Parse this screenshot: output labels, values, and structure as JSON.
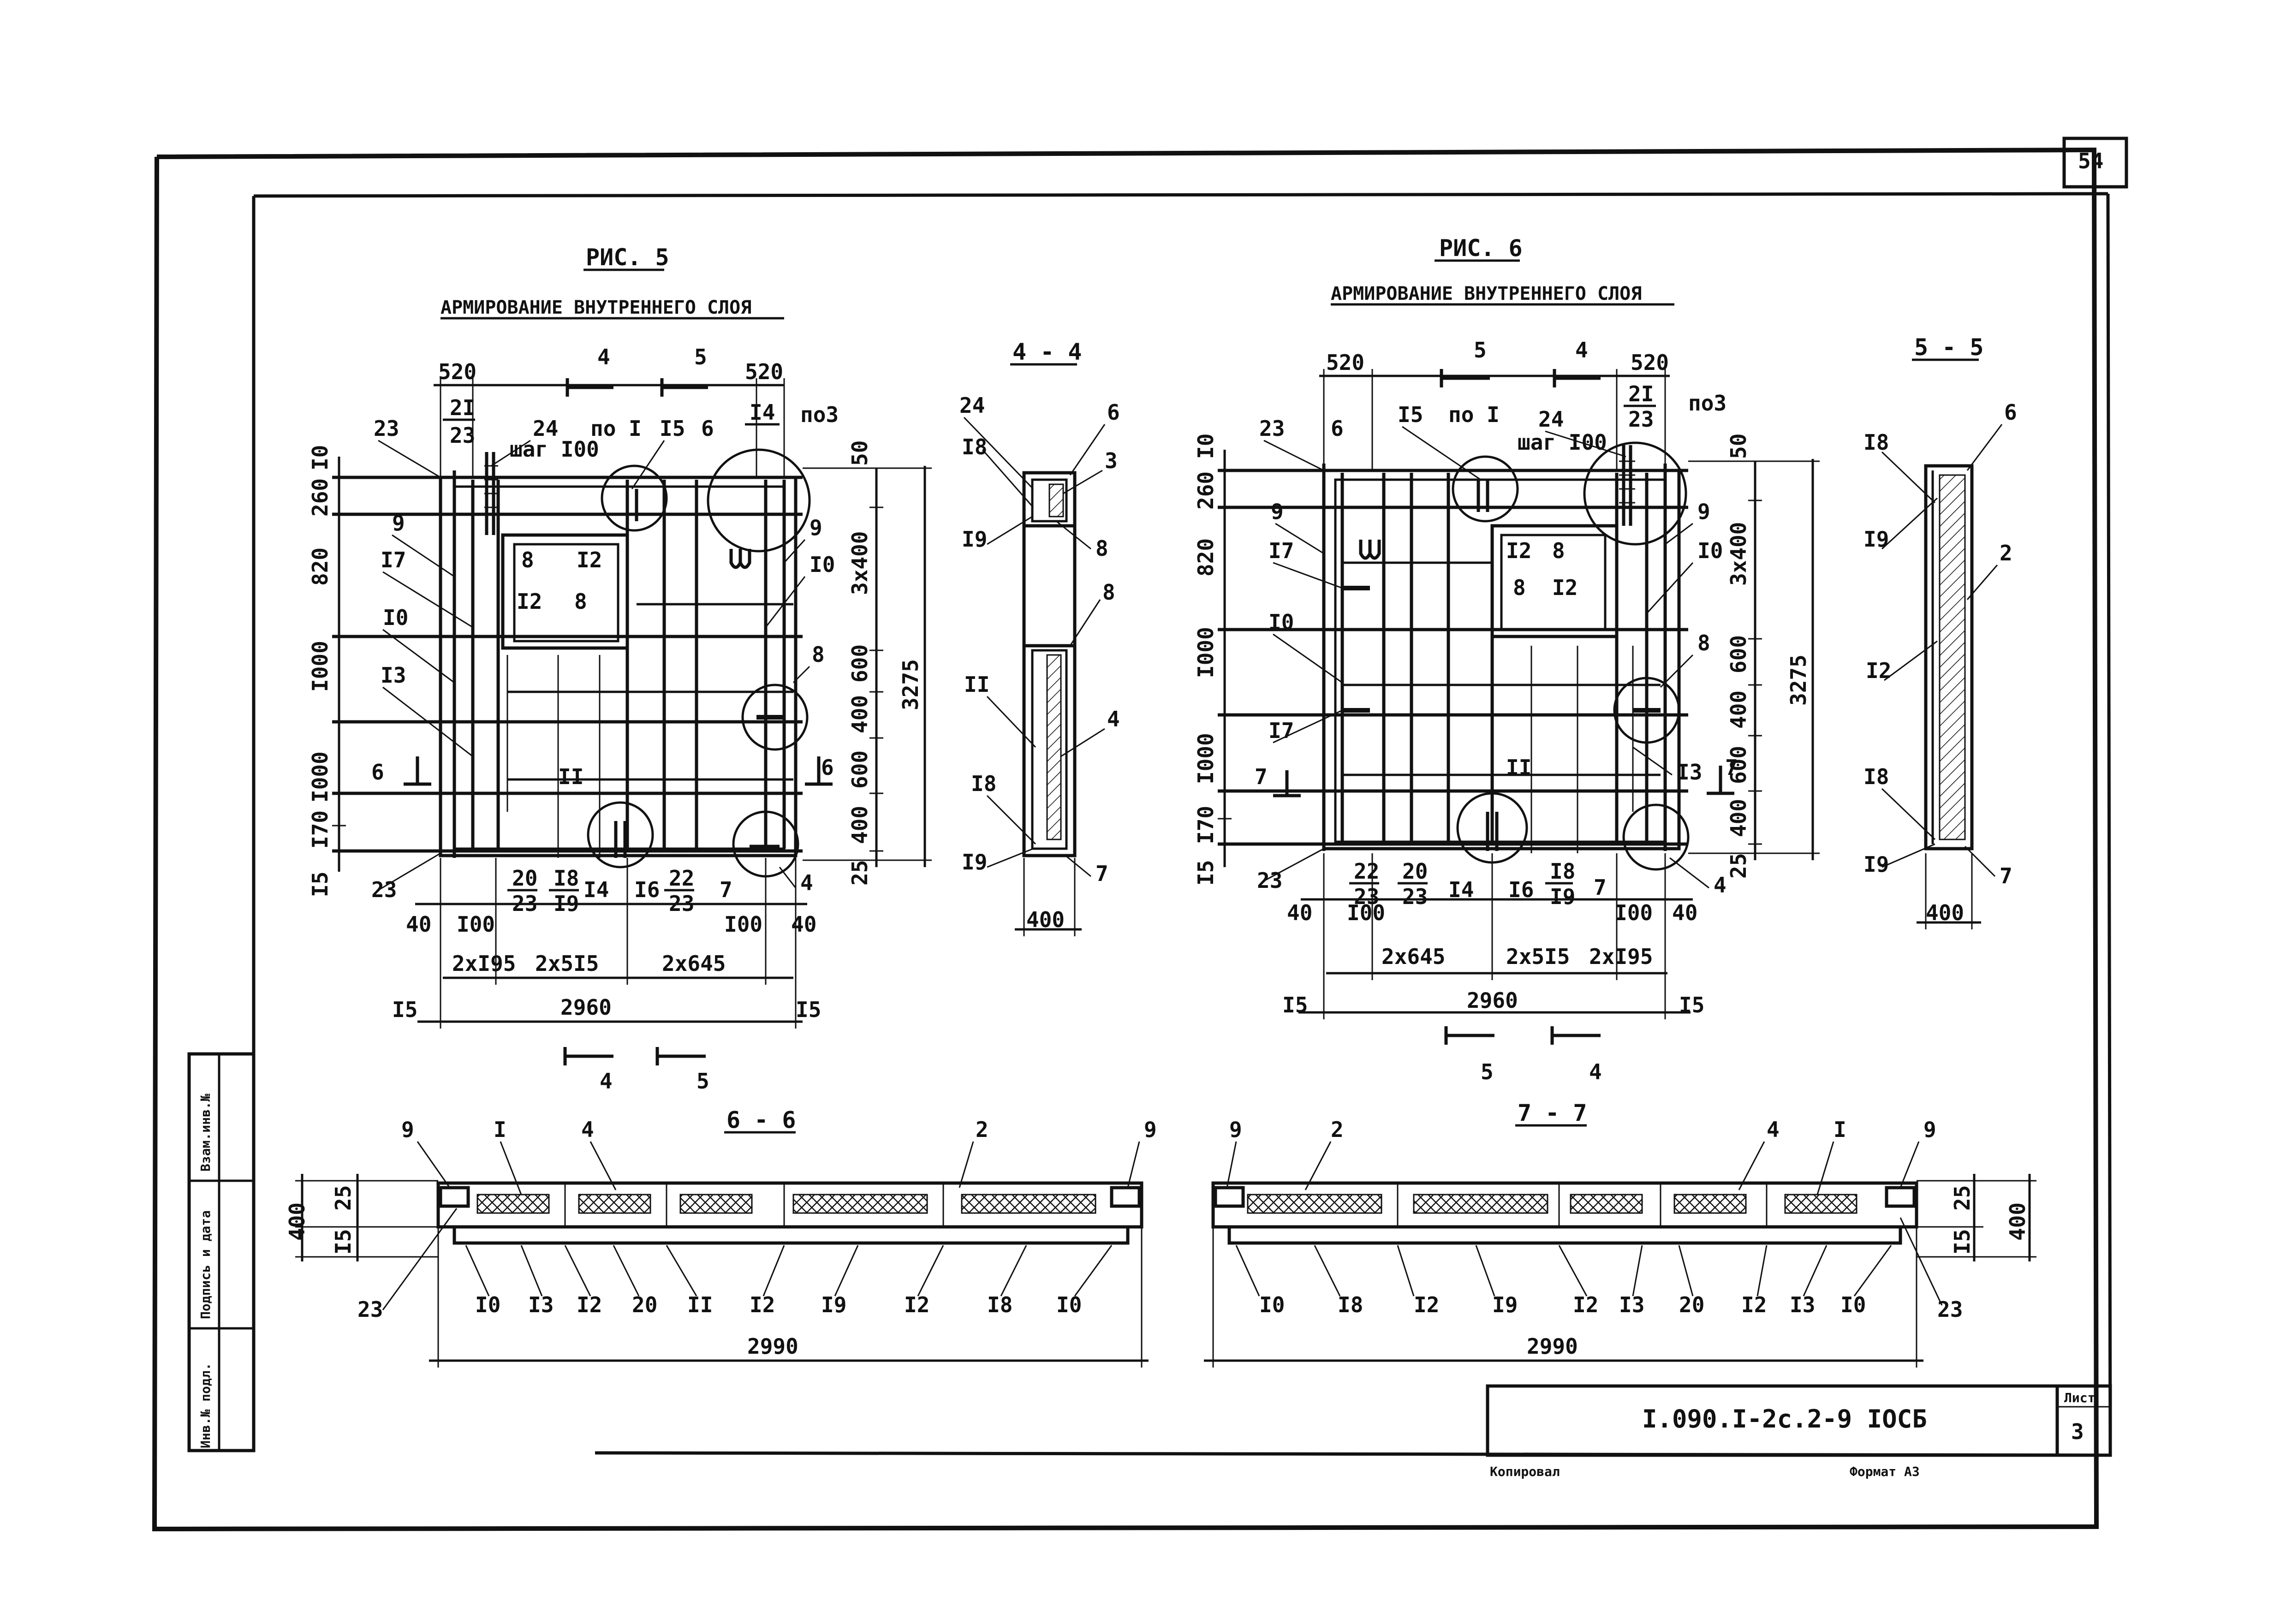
{
  "sheet": {
    "page_number": "54",
    "code": "I.090.I-2c.2-9 IOCБ",
    "list_label": "Лист",
    "list_number": "3",
    "copied": "Копировал",
    "format": "Формат А3",
    "side_stamp": [
      "Инв.№ подл.",
      "Подпись и дата",
      "Взам.инв.№"
    ]
  },
  "fig5": {
    "title": "РИС. 5",
    "subtitle": "АРМИРОВАНИЕ ВНУТРЕННЕГО СЛОЯ",
    "top_dims": [
      "520",
      "520"
    ],
    "left_dims": [
      "I0",
      "260",
      "820",
      "I000",
      "I000",
      "I70",
      "I5"
    ],
    "right_dims": [
      "50",
      "3x400",
      "600",
      "400",
      "600",
      "400",
      "25"
    ],
    "overall_height": "3275",
    "bottom_dims": [
      "40",
      "I00",
      "I00",
      "40"
    ],
    "bottom_groups": [
      "2xI95",
      "2x5I5",
      "2x645"
    ],
    "overall_width": "2960",
    "edge": [
      "I5",
      "I5"
    ],
    "section_marks": [
      "4",
      "5",
      "4",
      "5",
      "6",
      "6"
    ],
    "labels": [
      "23",
      "9",
      "I7",
      "I0",
      "I3",
      "23",
      "2I",
      "23",
      "24",
      "шаг I00",
      "по I",
      "I5",
      "6",
      "I4",
      "по3",
      "9",
      "I0",
      "8",
      "I2",
      "I2",
      "8",
      "II",
      "8",
      "4",
      "20",
      "23",
      "I8",
      "I9",
      "I4",
      "I6",
      "22",
      "23",
      "7"
    ]
  },
  "sec44": {
    "title": "4 - 4",
    "labels": [
      "24",
      "I8",
      "I9",
      "6",
      "3",
      "8",
      "8",
      "II",
      "4",
      "I8",
      "I9",
      "7"
    ],
    "width": "400"
  },
  "fig6": {
    "title": "РИС. 6",
    "subtitle": "АРМИРОВАНИЕ ВНУТРЕННЕГО СЛОЯ",
    "top_dims": [
      "520",
      "520"
    ],
    "left_dims": [
      "I0",
      "260",
      "820",
      "I000",
      "I000",
      "I70",
      "I5"
    ],
    "right_dims": [
      "50",
      "3x400",
      "600",
      "400",
      "600",
      "400",
      "25"
    ],
    "overall_height": "3275",
    "bottom_dims": [
      "40",
      "I00",
      "I00",
      "40"
    ],
    "bottom_groups": [
      "2x645",
      "2x5I5",
      "2xI95"
    ],
    "overall_width": "2960",
    "edge": [
      "I5",
      "I5"
    ],
    "section_marks": [
      "5",
      "4",
      "5",
      "4",
      "7",
      "7"
    ],
    "labels": [
      "23",
      "6",
      "9",
      "I7",
      "I0",
      "I7",
      "23",
      "I5",
      "по I",
      "24",
      "шаг I00",
      "2I",
      "23",
      "по3",
      "9",
      "I0",
      "I2",
      "8",
      "8",
      "I2",
      "8",
      "II",
      "I3",
      "4",
      "22",
      "23",
      "20",
      "23",
      "I4",
      "I6",
      "I8",
      "I9",
      "7"
    ]
  },
  "sec55": {
    "title": "5 - 5",
    "labels": [
      "I8",
      "I9",
      "I2",
      "I8",
      "I9",
      "6",
      "2",
      "7"
    ],
    "width": "400"
  },
  "sec66": {
    "title": "6 - 6",
    "top_labels": [
      "9",
      "I",
      "4",
      "2",
      "9"
    ],
    "bottom_labels": [
      "23",
      "I0",
      "I3",
      "I2",
      "20",
      "II",
      "I2",
      "I9",
      "I2",
      "I8",
      "I0"
    ],
    "dims": [
      "400",
      "25",
      "I5"
    ],
    "length": "2990"
  },
  "sec77": {
    "title": "7 - 7",
    "top_labels": [
      "9",
      "2",
      "4",
      "I",
      "9"
    ],
    "bottom_labels": [
      "I0",
      "I8",
      "I2",
      "I9",
      "I2",
      "I3",
      "20",
      "I2",
      "I3",
      "I0",
      "23"
    ],
    "dims": [
      "400",
      "25",
      "I5"
    ],
    "length": "2990"
  }
}
